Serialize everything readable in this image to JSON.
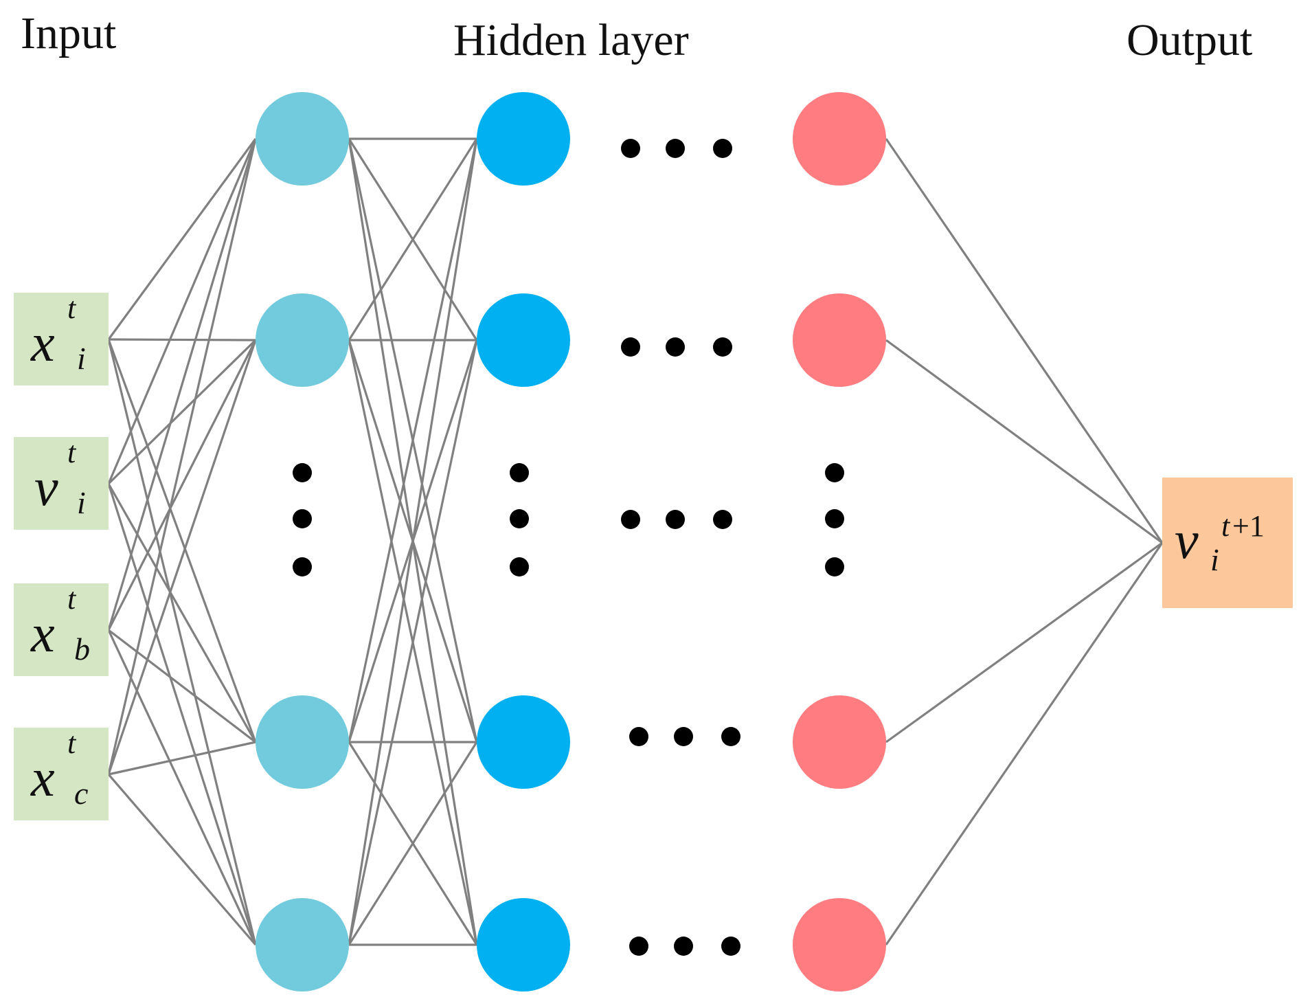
{
  "titles": {
    "input": "Input",
    "hidden": "Hidden layer",
    "output": "Output"
  },
  "inputs": [
    {
      "var": "x",
      "sup": "t",
      "sub": "i"
    },
    {
      "var": "v",
      "sup": "t",
      "sub": "i"
    },
    {
      "var": "x",
      "sup": "t",
      "sub": "b"
    },
    {
      "var": "x",
      "sup": "t",
      "sub": "c"
    }
  ],
  "output": {
    "var": "v",
    "sub": "i",
    "sup_italic": "t",
    "sup_plain": "+1"
  },
  "colors": {
    "input_box": "#d5e6c5",
    "output_box": "#fcc89b",
    "layer1_node": "#71cbdd",
    "layer2_node": "#00b0f0",
    "layer3_node": "#ff7c80",
    "edge": "#808080",
    "dots": "#000000"
  }
}
